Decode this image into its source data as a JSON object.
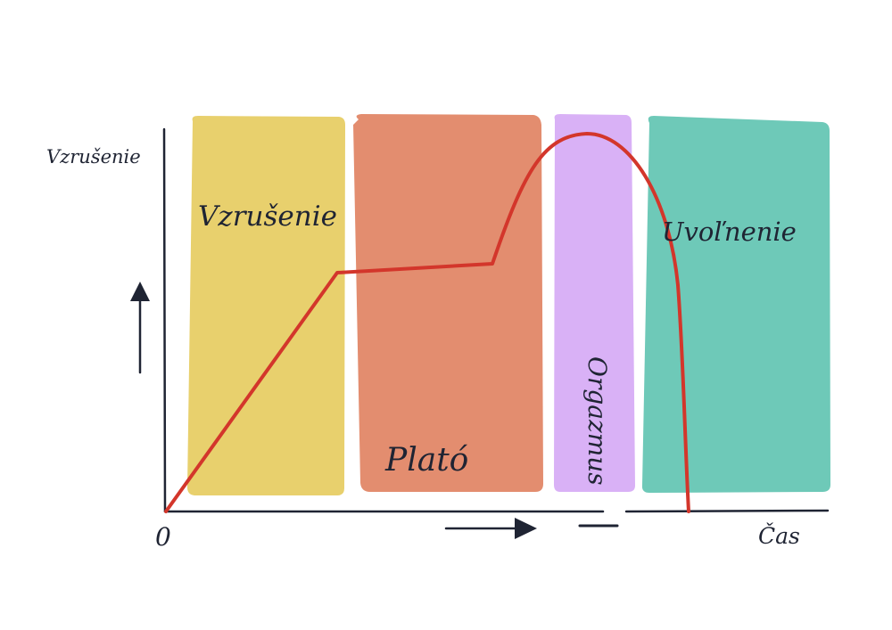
{
  "diagram": {
    "y_axis_label": "Vzrušenie",
    "x_axis_label": "Čas",
    "origin_label": "0",
    "colors": {
      "axis": "#1f2433",
      "curve": "#d3362b"
    },
    "phases": [
      {
        "label": "Vzrušenie",
        "color": "#e8d06d"
      },
      {
        "label": "Plató",
        "color": "#e38d6f"
      },
      {
        "label": "Orgazmus",
        "color": "#d9b1f6"
      },
      {
        "label": "Uvoľnenie",
        "color": "#6ec9b8"
      }
    ]
  }
}
